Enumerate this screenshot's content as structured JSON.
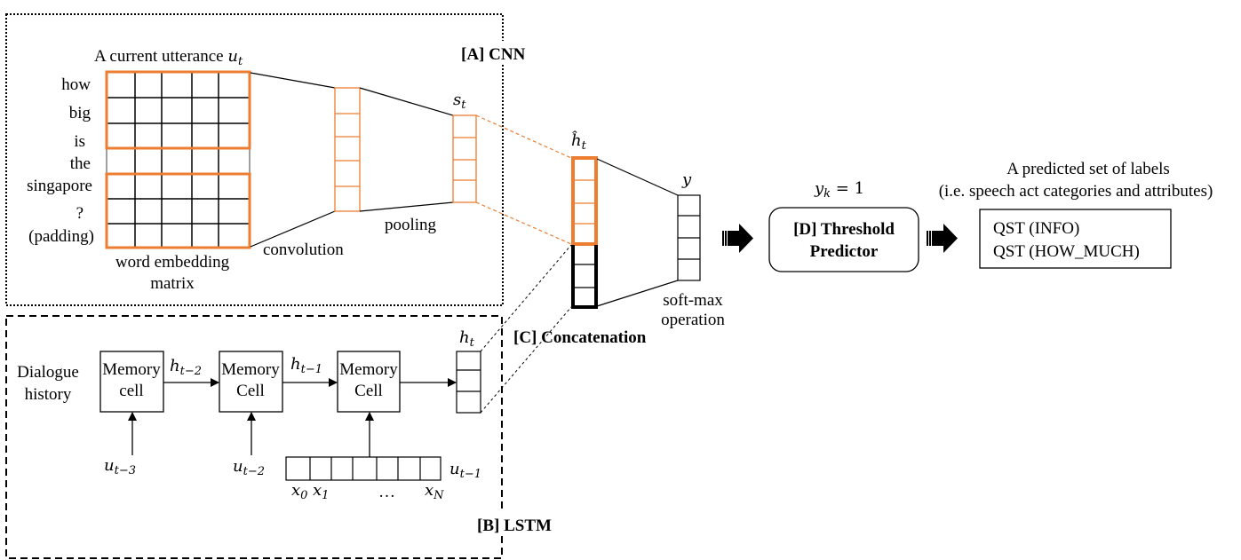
{
  "colors": {
    "accent_orange": "#ED7D31",
    "gray_border": "#7F7F7F",
    "stroke": "#000000",
    "background": "#FFFFFF"
  },
  "cnn": {
    "section_label": "[A] CNN",
    "title_prefix": "A current utterance ",
    "title_var": "u",
    "title_sub": "t",
    "words": [
      "how",
      "big",
      "is",
      "the",
      "singapore",
      "?",
      "(padding)"
    ],
    "matrix_label_line1": "word embedding",
    "matrix_label_line2": "matrix",
    "convolution_label": "convolution",
    "pooling_label": "pooling",
    "st_var": "s",
    "st_sub": "t"
  },
  "lstm": {
    "section_label": "[B] LSTM",
    "history_label_line1": "Dialogue",
    "history_label_line2": "history",
    "cells": [
      {
        "line1": "Memory",
        "line2": "cell",
        "input_var": "u",
        "input_sub": "t−3"
      },
      {
        "line1": "Memory",
        "line2": "Cell",
        "input_var": "u",
        "input_sub": "t−2"
      },
      {
        "line1": "Memory",
        "line2": "Cell",
        "input_var": "u",
        "input_sub": "t−1"
      }
    ],
    "hidden_states": [
      {
        "var": "h",
        "sub": "t−2"
      },
      {
        "var": "h",
        "sub": "t−1"
      }
    ],
    "ht_var": "h",
    "ht_sub": "t",
    "tokens": {
      "x0_var": "x",
      "x0_sub": "0",
      "x1_var": "x",
      "x1_sub": "1",
      "ellipsis": "…",
      "xn_var": "x",
      "xn_sub": "N"
    }
  },
  "concat": {
    "section_label": "[C] Concatenation",
    "hhat_var": "ĥ",
    "hhat_sub": "t"
  },
  "softmax": {
    "y_var": "y",
    "label_line1": "soft-max",
    "label_line2": "operation"
  },
  "threshold": {
    "label_line1": "[D] Threshold",
    "label_line2": "Predictor",
    "condition_var": "y",
    "condition_sub": "k",
    "condition_rest": " = 1"
  },
  "output": {
    "title_line1": "A predicted set of labels",
    "title_line2": "(i.e. speech act categories and attributes)",
    "labels": [
      "QST (INFO)",
      "QST (HOW_MUCH)"
    ]
  }
}
